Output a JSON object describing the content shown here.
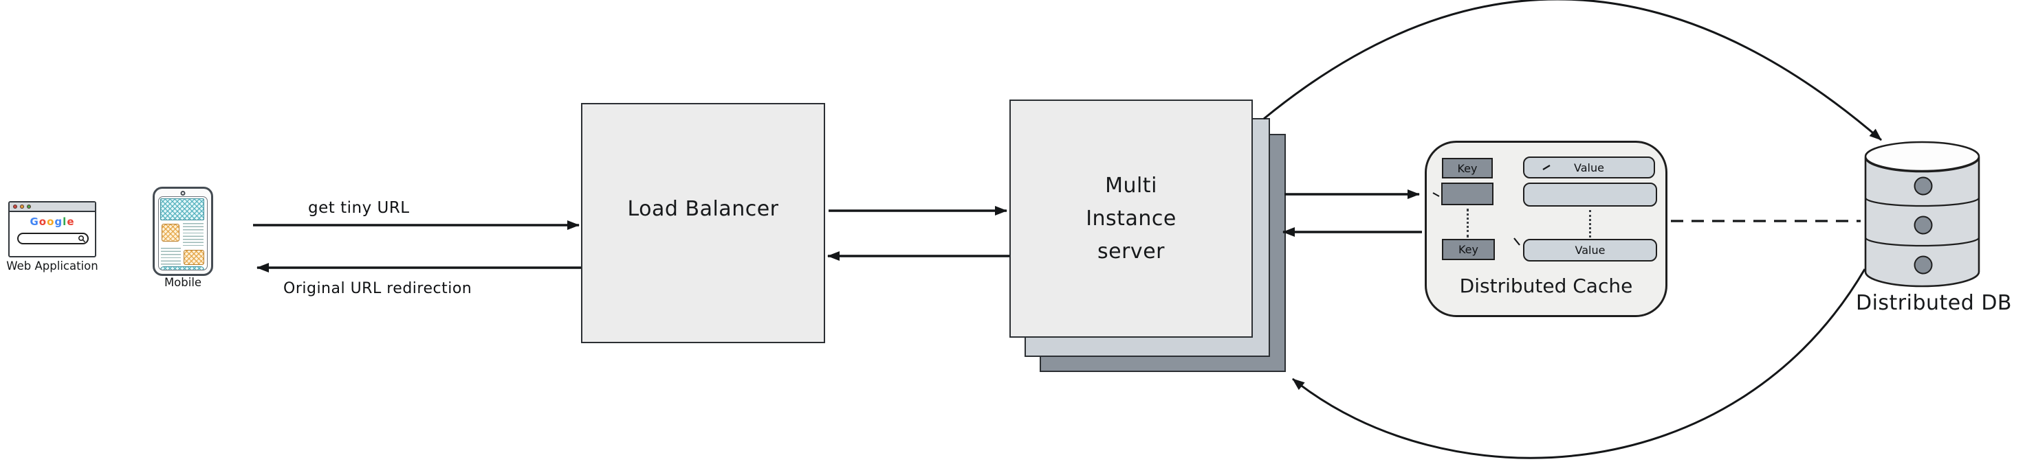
{
  "clients": {
    "web_app": {
      "label": "Web Application",
      "logo_letters": [
        {
          "ch": "G",
          "color": "#4285f4"
        },
        {
          "ch": "o",
          "color": "#ea4335"
        },
        {
          "ch": "o",
          "color": "#f5a623"
        },
        {
          "ch": "g",
          "color": "#4285f4"
        },
        {
          "ch": "l",
          "color": "#34a853"
        },
        {
          "ch": "e",
          "color": "#ea4335"
        }
      ],
      "traffic_lights": [
        "#ca4a42",
        "#e09c3c",
        "#4ba24e"
      ]
    },
    "mobile": {
      "label": "Mobile"
    }
  },
  "edges": {
    "request_label": "get tiny URL",
    "response_label": "Original URL redirection"
  },
  "load_balancer": {
    "label": "Load Balancer"
  },
  "app_server": {
    "lines": [
      "Multi",
      "Instance",
      "server"
    ]
  },
  "cache": {
    "label": "Distributed Cache",
    "rows": [
      {
        "key": "Key",
        "value": "Value"
      },
      {
        "key": "",
        "value": ""
      },
      {
        "key": "Key",
        "value": "Value"
      }
    ]
  },
  "database": {
    "label": "Distributed DB"
  },
  "icons": {
    "search": "magnifier-icon",
    "database": "database-cylinder-icon",
    "camera": "camera-dot-icon"
  },
  "colors": {
    "canvas_background": "#ffffff",
    "node_fill": "#ececec",
    "stack_middle_fill": "#ccd2d8",
    "stack_back_fill": "#8b939c",
    "stroke": "#1e1e1e",
    "cache_key_fill": "#878f98",
    "cache_value_fill": "#ced5db",
    "db_fill": "#d7dbdf",
    "teal_accent": "#4daebb",
    "orange_accent": "#e2a03c"
  }
}
